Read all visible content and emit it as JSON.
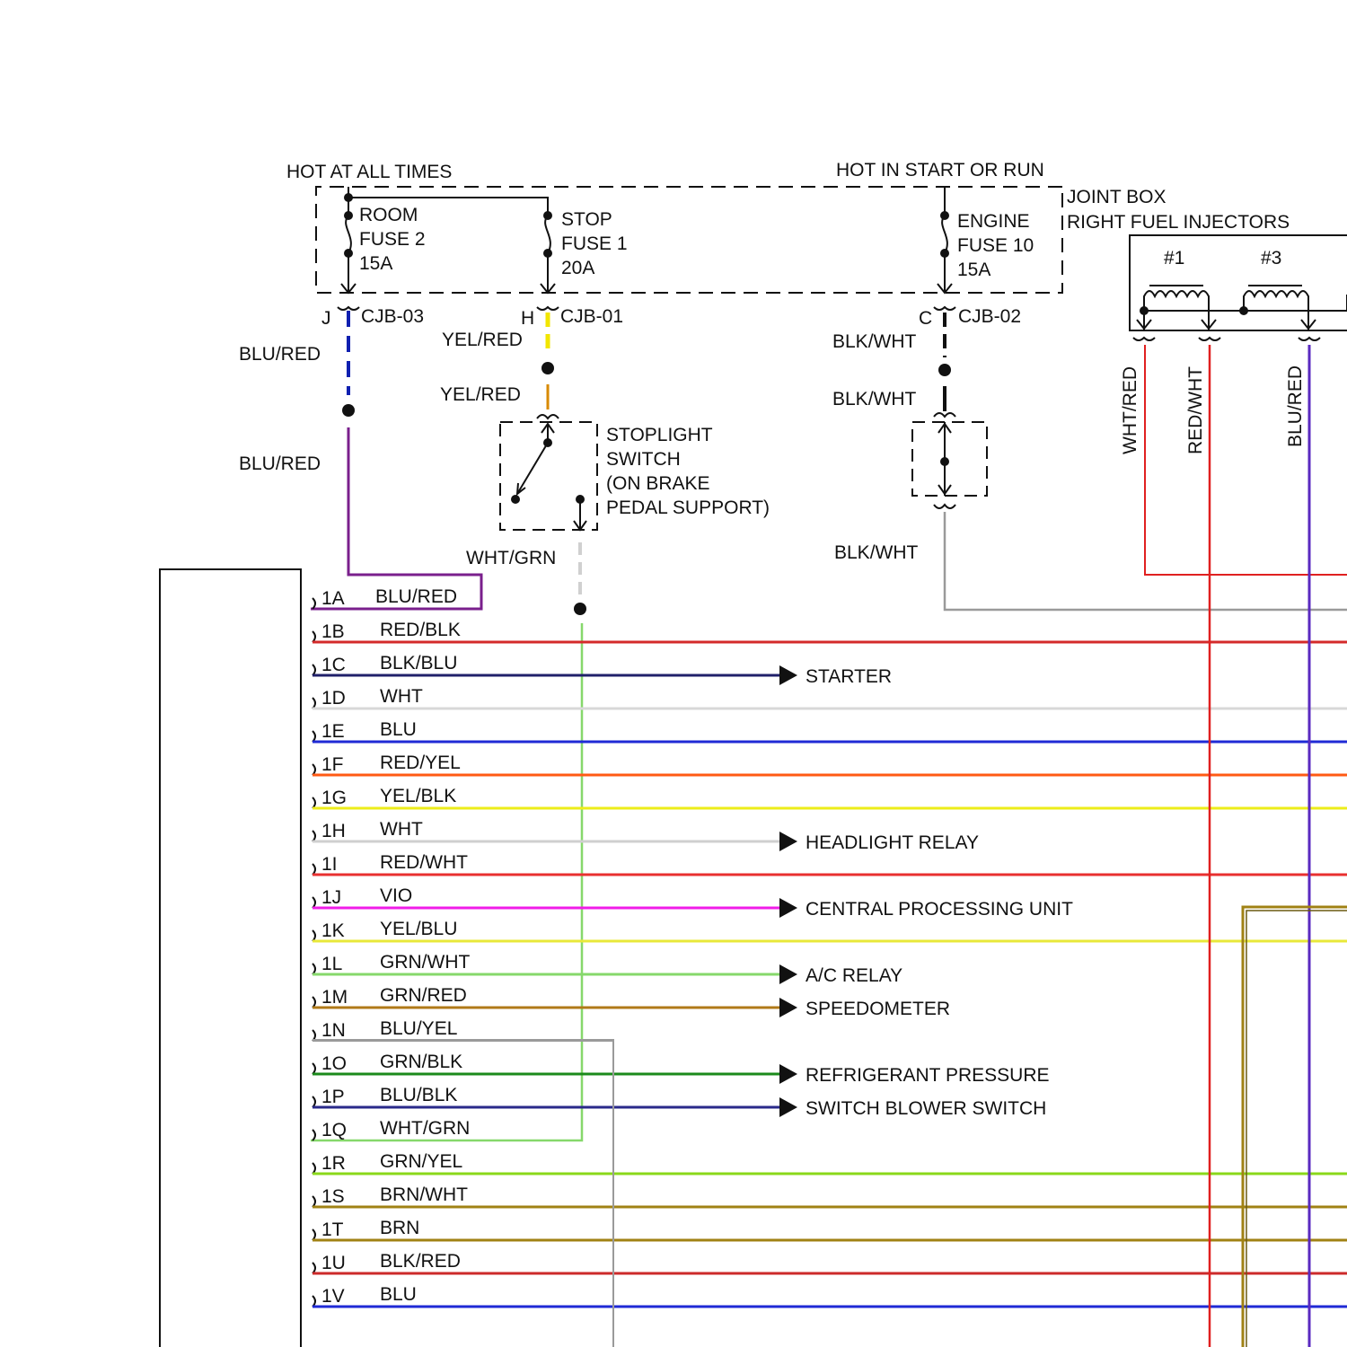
{
  "supply": {
    "hot_at_all_times": "HOT AT ALL TIMES",
    "hot_in_start_or_run": "HOT IN START OR RUN"
  },
  "joint_box": {
    "label": "JOINT BOX"
  },
  "fuses": [
    {
      "name": "ROOM",
      "id": "FUSE 2",
      "rating": "15A"
    },
    {
      "name": "STOP",
      "id": "FUSE 1",
      "rating": "20A"
    },
    {
      "name": "ENGINE",
      "id": "FUSE 10",
      "rating": "15A"
    }
  ],
  "connectors": [
    {
      "pin": "J",
      "id": "CJB-03"
    },
    {
      "pin": "H",
      "id": "CJB-01"
    },
    {
      "pin": "C",
      "id": "CJB-02"
    }
  ],
  "wires": {
    "blu_red_top": "BLU/RED",
    "blu_red_bottom": "BLU/RED",
    "yel_red_top": "YEL/RED",
    "yel_red_bottom": "YEL/RED",
    "blk_wht_top": "BLK/WHT",
    "blk_wht_mid": "BLK/WHT",
    "blk_wht_bottom": "BLK/WHT",
    "wht_grn": "WHT/GRN"
  },
  "stoplight_switch": {
    "line1": "STOPLIGHT",
    "line2": "SWITCH",
    "line3": "(ON BRAKE",
    "line4": "PEDAL SUPPORT)"
  },
  "injectors": {
    "title": "RIGHT FUEL INJECTORS",
    "labels": [
      "#1",
      "#3"
    ],
    "wires": [
      "WHT/RED",
      "RED/WHT",
      "BLU/RED"
    ]
  },
  "connector_pins": [
    {
      "pin": "1A",
      "wire": "BLU/RED"
    },
    {
      "pin": "1B",
      "wire": "RED/BLK"
    },
    {
      "pin": "1C",
      "wire": "BLK/BLU"
    },
    {
      "pin": "1D",
      "wire": "WHT"
    },
    {
      "pin": "1E",
      "wire": "BLU"
    },
    {
      "pin": "1F",
      "wire": "RED/YEL"
    },
    {
      "pin": "1G",
      "wire": "YEL/BLK"
    },
    {
      "pin": "1H",
      "wire": "WHT"
    },
    {
      "pin": "1I",
      "wire": "RED/WHT"
    },
    {
      "pin": "1J",
      "wire": "VIO"
    },
    {
      "pin": "1K",
      "wire": "YEL/BLU"
    },
    {
      "pin": "1L",
      "wire": "GRN/WHT"
    },
    {
      "pin": "1M",
      "wire": "GRN/RED"
    },
    {
      "pin": "1N",
      "wire": "BLU/YEL"
    },
    {
      "pin": "1O",
      "wire": "GRN/BLK"
    },
    {
      "pin": "1P",
      "wire": "BLU/BLK"
    },
    {
      "pin": "1Q",
      "wire": "WHT/GRN"
    },
    {
      "pin": "1R",
      "wire": "GRN/YEL"
    },
    {
      "pin": "1S",
      "wire": "BRN/WHT"
    },
    {
      "pin": "1T",
      "wire": "BRN"
    },
    {
      "pin": "1U",
      "wire": "BLK/RED"
    },
    {
      "pin": "1V",
      "wire": "BLU"
    }
  ],
  "destinations": {
    "starter": "STARTER",
    "headlight_relay": "HEADLIGHT RELAY",
    "central_processing_unit": "CENTRAL PROCESSING UNIT",
    "ac_relay": "A/C RELAY",
    "speedometer": "SPEEDOMETER",
    "refrigerant_pressure": "REFRIGERANT PRESSURE",
    "switch_blower_switch": "SWITCH BLOWER SWITCH"
  },
  "wire_colors": {
    "blu_red": "#7a1f8c",
    "yel_red": "#f2e600",
    "blk_wht": "#111111",
    "wht_grn": "#cfcfcf",
    "grn": "#86d86b",
    "red": "#e02020",
    "blu": "#1f2ad6",
    "yel": "#f2f21a",
    "vio": "#f01de8",
    "brn": "#a08214"
  }
}
